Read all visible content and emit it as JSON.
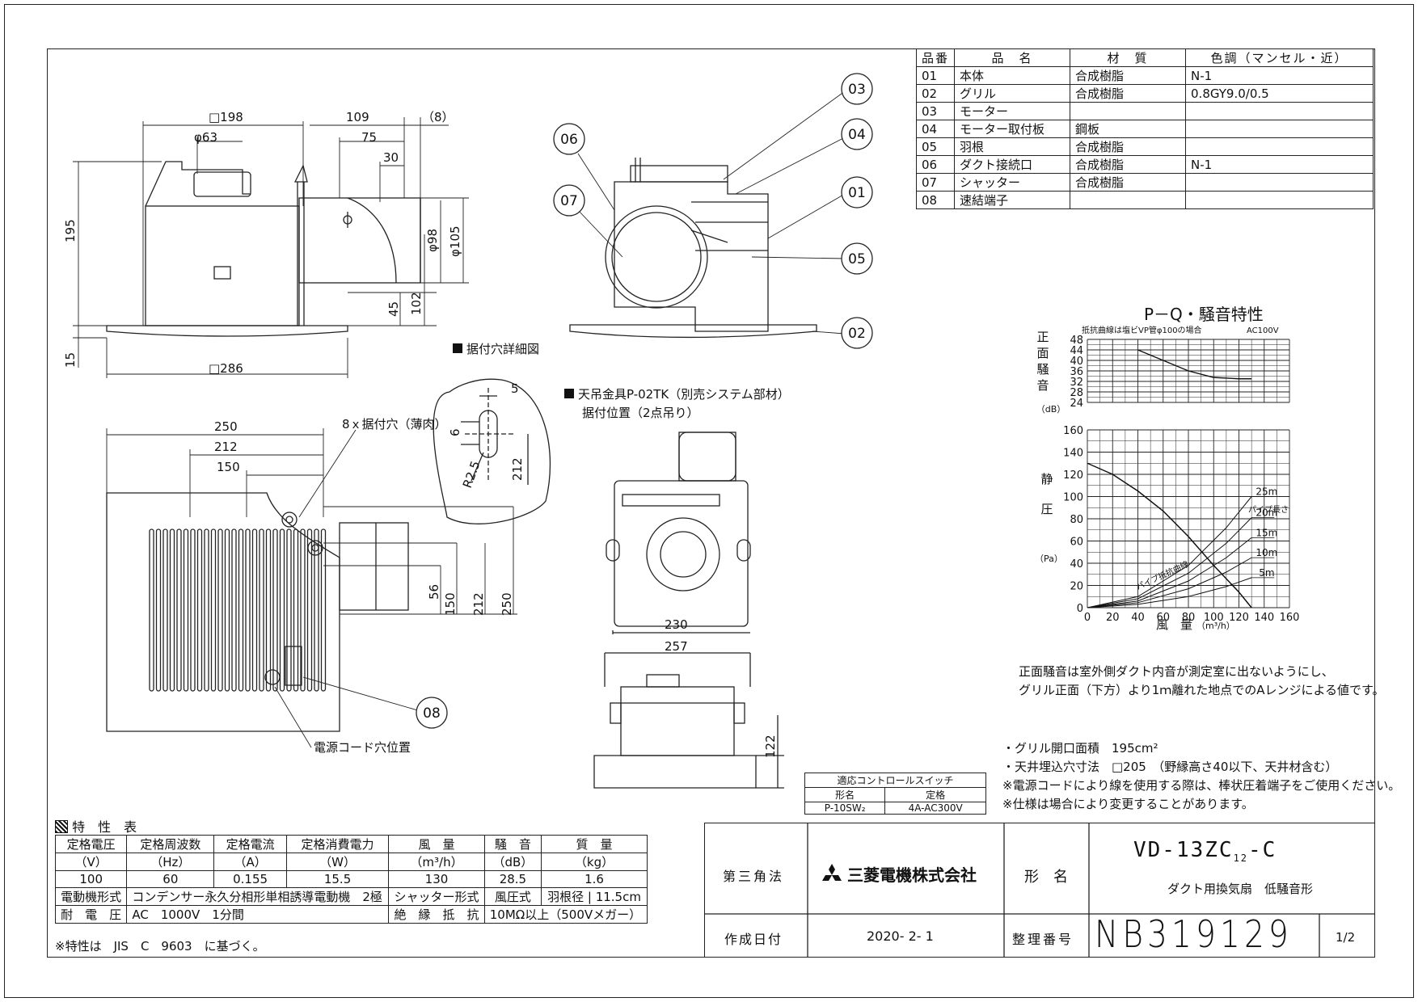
{
  "parts_table": {
    "headers": [
      "品番",
      "品　名",
      "材　質",
      "色調（マンセル・近）"
    ],
    "rows": [
      [
        "01",
        "本体",
        "合成樹脂",
        "N-1"
      ],
      [
        "02",
        "グリル",
        "合成樹脂",
        "0.8GY9.0/0.5"
      ],
      [
        "03",
        "モーター",
        "",
        ""
      ],
      [
        "04",
        "モーター取付板",
        "鋼板",
        ""
      ],
      [
        "05",
        "羽根",
        "合成樹脂",
        ""
      ],
      [
        "06",
        "ダクト接続口",
        "合成樹脂",
        "N-1"
      ],
      [
        "07",
        "シャッター",
        "合成樹脂",
        ""
      ],
      [
        "08",
        "速結端子",
        "",
        ""
      ]
    ]
  },
  "front_view": {
    "dims": {
      "d198": "□198",
      "d109": "109",
      "d8": "（8）",
      "phi63": "φ63",
      "d75": "75",
      "d30": "30",
      "d195": "195",
      "phi98": "φ98",
      "phi105": "φ105",
      "d45": "45",
      "d102": "102",
      "d15": "15",
      "d286": "□286"
    }
  },
  "section_view": {
    "callouts": [
      "03",
      "04",
      "01",
      "05",
      "02",
      "06",
      "07"
    ]
  },
  "mount_hole_detail": {
    "title": "据付穴詳細図",
    "dims": {
      "d5": "5",
      "d6": "6",
      "r25": "R2.5",
      "d212": "212"
    }
  },
  "ceiling_mount": {
    "title_line1": "天吊金具P-02TK（別売システム部材）",
    "title_line2": "据付位置（2点吊り）",
    "dims": {
      "d230": "230",
      "d257": "257",
      "d122": "122"
    }
  },
  "bottom_view": {
    "dims": {
      "d250": "250",
      "d212": "212",
      "d150": "150",
      "d56": "56",
      "v150": "150",
      "v212": "212",
      "v250": "250"
    },
    "hole_label": "8ｘ据付穴（薄肉）",
    "cord_label": "電源コード穴位置",
    "callout": "08"
  },
  "pq_chart": {
    "title": "P－Q・騒音特性",
    "curve_note": "抵抗曲線は塩ビVP管φ100の場合",
    "power": "AC100V",
    "noise_ylabel": "正面騒音",
    "noise_unit": "（dB）",
    "noise_ticks": [
      "48",
      "44",
      "40",
      "36",
      "32",
      "28",
      "24"
    ],
    "p_ylabel": "静　圧",
    "p_unit": "（Pa）",
    "p_ticks": [
      "160",
      "140",
      "120",
      "100",
      "80",
      "60",
      "40",
      "20",
      "0"
    ],
    "x_ticks": [
      "0",
      "20",
      "40",
      "60",
      "80",
      "100",
      "120",
      "140",
      "160"
    ],
    "xlabel": "風　量",
    "xunit": "（m³/h）",
    "pipe_label": "パイプ長さ",
    "pipe_lengths": [
      "25m",
      "20m",
      "15m",
      "10m",
      "5m"
    ],
    "resist_label": "パイプ抵抗曲線"
  },
  "chart_data": [
    {
      "type": "line",
      "title": "",
      "xlabel": "",
      "ylabel": "正面騒音（dB）",
      "xlim": [
        0,
        160
      ],
      "ylim": [
        24,
        48
      ],
      "series": [
        {
          "name": "",
          "x": [
            40,
            60,
            80,
            100,
            120,
            130
          ],
          "y": [
            44,
            40,
            36,
            33.5,
            33,
            33
          ]
        }
      ]
    },
    {
      "type": "line",
      "title": "",
      "xlabel": "風量（m³/h）",
      "ylabel": "静圧（Pa）",
      "xlim": [
        0,
        160
      ],
      "ylim": [
        0,
        160
      ],
      "series": [
        {
          "name": "",
          "x": [
            0,
            20,
            40,
            60,
            80,
            100,
            120,
            130
          ],
          "y": [
            130,
            120,
            105,
            87,
            64,
            38,
            14,
            0
          ]
        },
        {
          "name": "25m",
          "x": [
            0,
            40,
            80,
            110,
            130
          ],
          "y": [
            0,
            10,
            38,
            72,
            100
          ]
        },
        {
          "name": "20m",
          "x": [
            0,
            40,
            80,
            110,
            130
          ],
          "y": [
            0,
            8,
            31,
            58,
            81
          ]
        },
        {
          "name": "15m",
          "x": [
            0,
            40,
            80,
            110,
            130
          ],
          "y": [
            0,
            6,
            24,
            45,
            63
          ]
        },
        {
          "name": "10m",
          "x": [
            0,
            40,
            80,
            110,
            130
          ],
          "y": [
            0,
            4.5,
            17,
            32,
            45
          ]
        },
        {
          "name": "5m",
          "x": [
            0,
            40,
            80,
            110,
            130
          ],
          "y": [
            0,
            3,
            10,
            19,
            27
          ]
        }
      ]
    }
  ],
  "notes_upper": [
    "正面騒音は室外側ダクト内音が測定室に出ないようにし、",
    "グリル正面（下方）より1ｍ離れた地点でのAレンジによる値です。"
  ],
  "notes_lower": [
    "・グリル開口面積　195cm²",
    "・天井埋込穴寸法　□205　（野縁高さ40以下、天井材含む）",
    "※電源コードにより線を使用する際は、棒状圧着端子をご使用ください。",
    "※仕様は場合により変更することがあります。"
  ],
  "switch_table": {
    "title": "適応コントロールスイッチ",
    "h1": "形名",
    "h2": "定格",
    "v1": "P-10SW₂",
    "v2": "4A-AC300V"
  },
  "spec_table": {
    "title": "特　性　表",
    "headers": [
      "定格電圧",
      "定格周波数",
      "定格電流",
      "定格消費電力",
      "風　量",
      "騒　音",
      "質　量"
    ],
    "units": [
      "（V）",
      "（Hz）",
      "（A）",
      "（W）",
      "（m³/h）",
      "（dB）",
      "（kg）"
    ],
    "values": [
      "100",
      "60",
      "0.155",
      "15.5",
      "130",
      "28.5",
      "1.6"
    ],
    "motor_label": "電動機形式",
    "motor_value": "コンデンサー永久分相形単相誘導電動機　2極",
    "shutter_label": "シャッター形式",
    "shutter_value": "風圧式",
    "blade_label": "羽根径",
    "blade_value": "11.5cm",
    "withstand_label": "耐　電　圧",
    "withstand_value": "AC　1000V　1分間",
    "insul_label": "絶　縁　抵　抗",
    "insul_value": "10MΩ以上（500Vメガー）",
    "footnote": "※特性は　JIS　C　9603　に基づく。"
  },
  "title_block": {
    "projection": "第三角法",
    "company": "三菱電機株式会社",
    "model_label": "形　名",
    "model": "VD-13ZC",
    "model_sub": "12",
    "model_suffix": "-C",
    "description": "ダクト用換気扇　低騒音形",
    "date_label": "作成日付",
    "date": "2020- 2- 1",
    "doc_label": "整理番号",
    "doc_number": "NB319129",
    "page": "1/2"
  }
}
